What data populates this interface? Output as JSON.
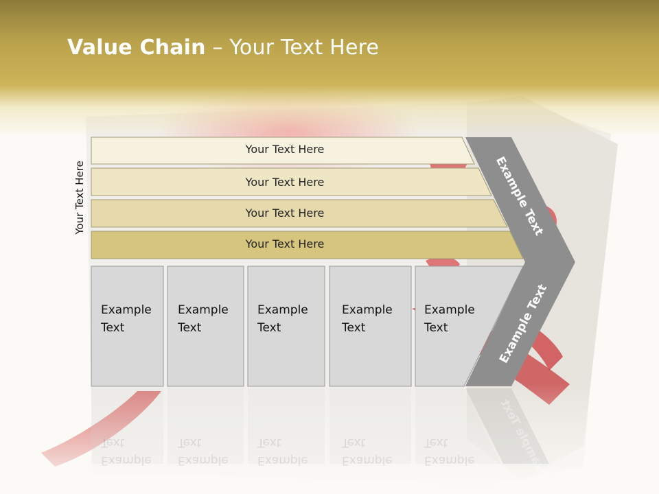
{
  "slide": {
    "title_bold": "Value Chain",
    "title_rest": " – Your Text Here",
    "side_label": "Your Text Here",
    "bars": [
      {
        "label": "Your Text Here"
      },
      {
        "label": "Your Text Here"
      },
      {
        "label": "Your Text Here"
      },
      {
        "label": "Your Text Here"
      }
    ],
    "boxes": [
      {
        "line1": "Example",
        "line2": "Text"
      },
      {
        "line1": "Example",
        "line2": "Text"
      },
      {
        "line1": "Example",
        "line2": "Text"
      },
      {
        "line1": "Example",
        "line2": "Text"
      },
      {
        "line1": "Example",
        "line2": "Text"
      }
    ],
    "chevron_top": "Example Text",
    "chevron_bottom": "Example Text",
    "colors": {
      "title_band": "#c4ab52",
      "bar1": "#f6f2df",
      "bar2": "#efe6c6",
      "bar3": "#e6d9ab",
      "bar4": "#d6c57e",
      "box": "#d8d8d8",
      "chevron": "#8e8e8e"
    }
  }
}
